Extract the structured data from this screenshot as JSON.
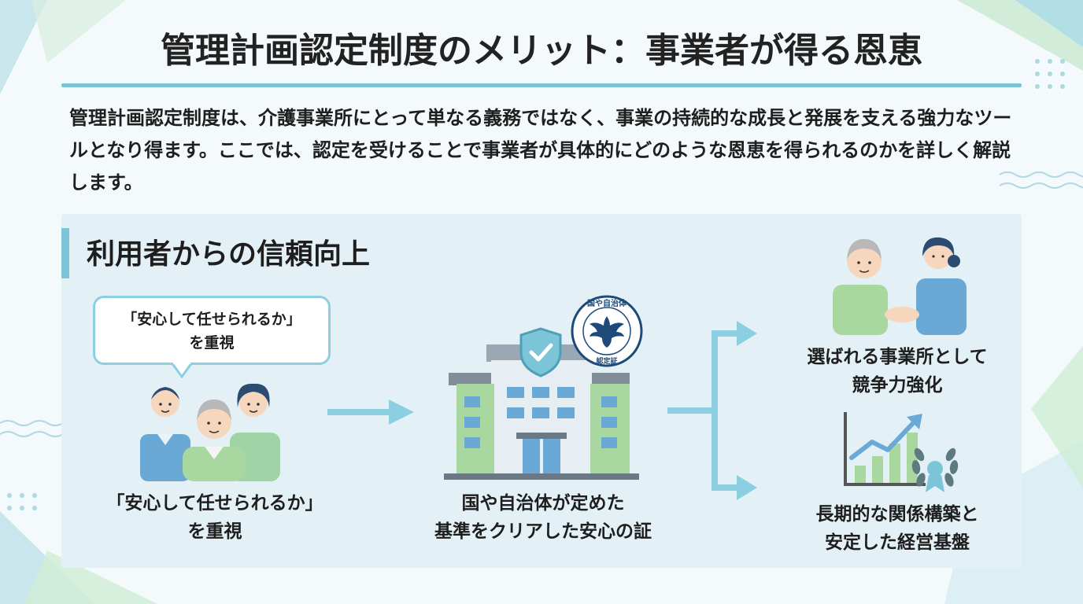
{
  "page": {
    "title": "管理計画認定制度のメリット：事業者が得る恩恵",
    "intro": "管理計画認定制度は、介護事業所にとって単なる義務ではなく、事業の持続的な成長と発展を支える強力なツールとなり得ます。ここでは、認定を受けることで事業者が具体的にどのような恩恵を得られるのかを詳しく解説します。"
  },
  "section": {
    "title": "利用者からの信頼向上"
  },
  "flow": {
    "bubble_line1": "「安心して任せられるか」",
    "bubble_line2": "を重視",
    "left_caption_line1": "「安心して任せられるか」",
    "left_caption_line2": "を重視",
    "mid_caption_line1": "国や自治体が定めた",
    "mid_caption_line2": "基準をクリアした安心の証",
    "right_top_caption_line1": "選ばれる事業所として",
    "right_top_caption_line2": "競争力強化",
    "right_bottom_caption_line1": "長期的な関係構築と",
    "right_bottom_caption_line2": "安定した経営基盤"
  },
  "seal": {
    "top_text": "国や自治体",
    "bottom_text": "認定証"
  },
  "icons": {
    "family": "family-group-icon",
    "building": "care-facility-building-icon",
    "shield": "shield-check-icon",
    "seal": "government-seal-icon",
    "care": "caregiver-handshake-icon",
    "growth": "growth-chart-icon",
    "laurel": "laurel-award-icon"
  },
  "colors": {
    "accent": "#7cc4d8",
    "green": "#9fd4a6",
    "blue": "#6aa9d6",
    "navy": "#1e4a7a",
    "panel": "#e3f0f5"
  }
}
